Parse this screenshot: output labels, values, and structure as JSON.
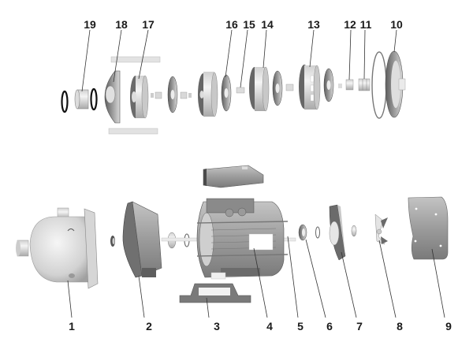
{
  "diagram": {
    "type": "exploded-view",
    "subject": "horizontal multistage centrifugal pump",
    "colors": {
      "part_light": "#e8e8e8",
      "part_mid": "#b8b8b8",
      "part_dark": "#6d6d6d",
      "label": "#1a1a1a",
      "leader": "#333333"
    },
    "top_labels": [
      {
        "id": "19",
        "text": "19"
      },
      {
        "id": "18",
        "text": "18"
      },
      {
        "id": "17",
        "text": "17"
      },
      {
        "id": "16",
        "text": "16"
      },
      {
        "id": "15",
        "text": "15"
      },
      {
        "id": "14",
        "text": "14"
      },
      {
        "id": "13",
        "text": "13"
      },
      {
        "id": "12",
        "text": "12"
      },
      {
        "id": "11",
        "text": "11"
      },
      {
        "id": "10",
        "text": "10"
      }
    ],
    "bottom_labels": [
      {
        "id": "1",
        "text": "1"
      },
      {
        "id": "2",
        "text": "2"
      },
      {
        "id": "3",
        "text": "3"
      },
      {
        "id": "4",
        "text": "4"
      },
      {
        "id": "5",
        "text": "5"
      },
      {
        "id": "6",
        "text": "6"
      },
      {
        "id": "7",
        "text": "7"
      },
      {
        "id": "8",
        "text": "8"
      },
      {
        "id": "9",
        "text": "9"
      }
    ]
  }
}
